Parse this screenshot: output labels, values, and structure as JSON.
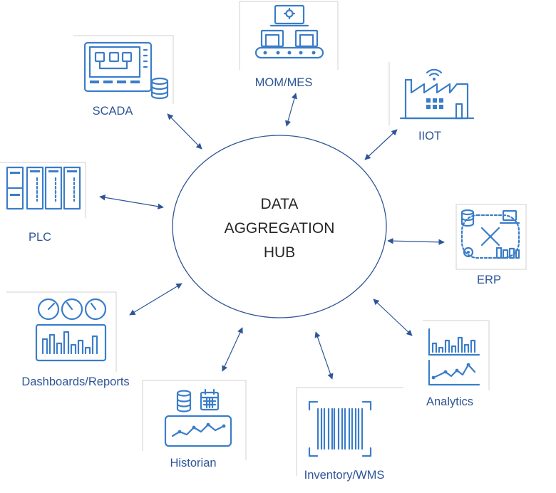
{
  "hub": {
    "lines": [
      "DATA",
      "AGGREGATION",
      "HUB"
    ]
  },
  "nodes": {
    "mom_mes": {
      "label": "MOM/MES",
      "icon": "production-line-icon"
    },
    "scada": {
      "label": "SCADA",
      "icon": "scada-panel-icon"
    },
    "iiot": {
      "label": "IIOT",
      "icon": "smart-factory-icon"
    },
    "plc": {
      "label": "PLC",
      "icon": "plc-cabinet-icon"
    },
    "erp": {
      "label": "ERP",
      "icon": "erp-network-icon"
    },
    "dashboards": {
      "label": "Dashboards/Reports",
      "icon": "dashboard-gauges-icon"
    },
    "analytics": {
      "label": "Analytics",
      "icon": "analytics-charts-icon"
    },
    "historian": {
      "label": "Historian",
      "icon": "historian-database-icon"
    },
    "inventory": {
      "label": "Inventory/WMS",
      "icon": "barcode-icon"
    }
  },
  "colors": {
    "icon": "#3A7DC9",
    "label": "#2E5597",
    "arrow": "#2E5597",
    "hub_border": "#2E5597",
    "hub_text": "#262626"
  }
}
